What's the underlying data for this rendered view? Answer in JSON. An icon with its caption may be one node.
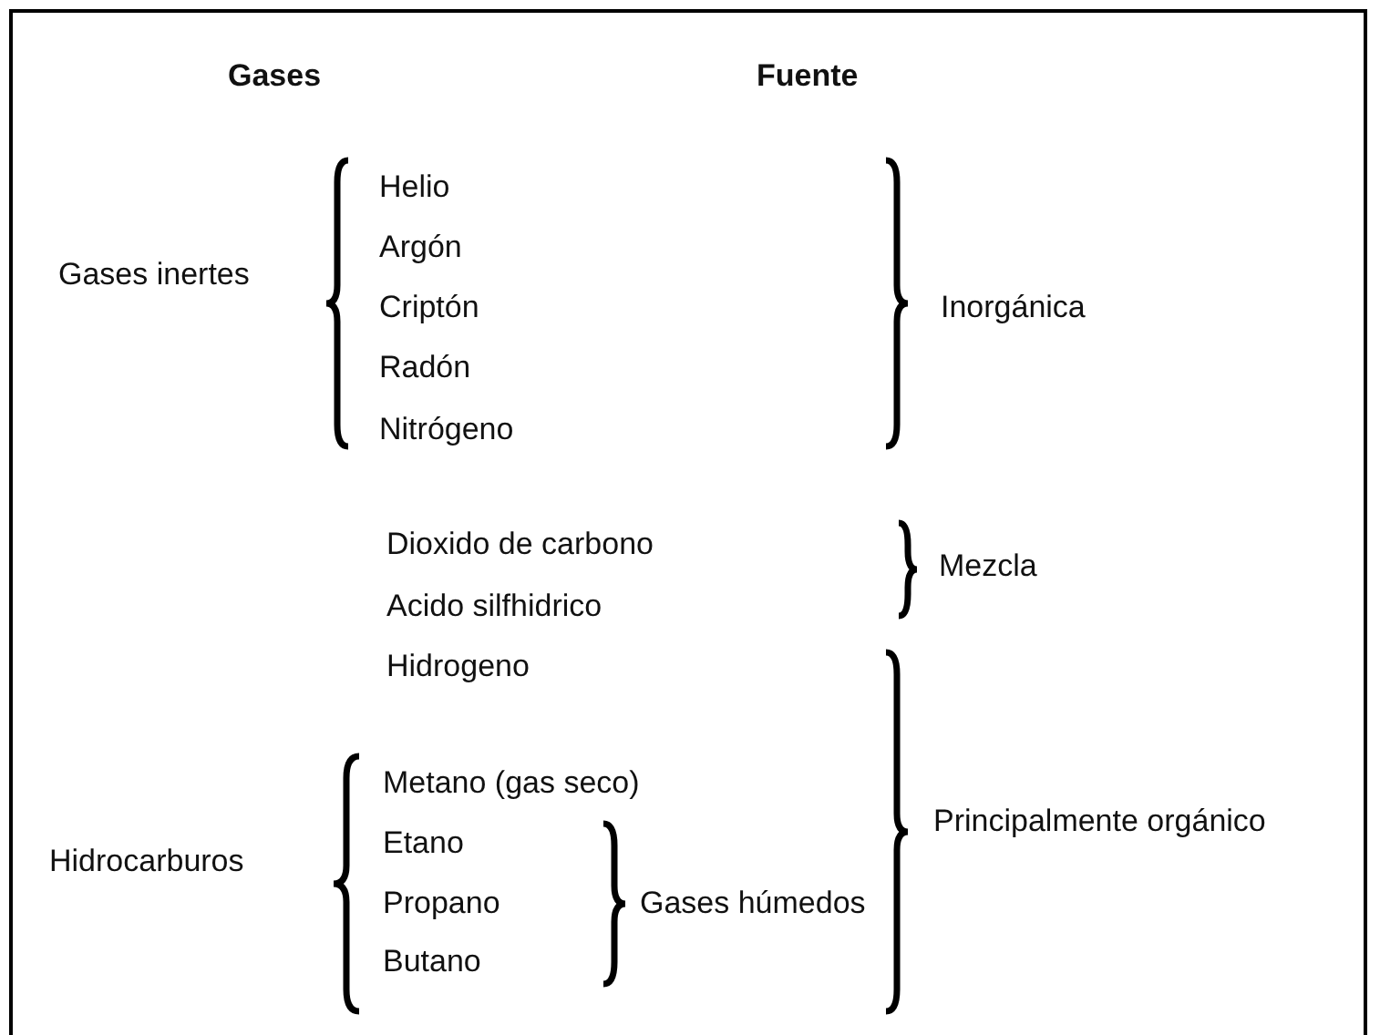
{
  "diagram": {
    "labels": [
      "Gases",
      "Fuente",
      "Helio",
      "Argón",
      "Gases inertes",
      "Criptón",
      "Inorgánica",
      "Radón",
      "Nitrógeno",
      "Dioxido de carbono",
      "Mezcla",
      "Acido silfhidrico",
      "Hidrogeno",
      "Metano (gas seco)",
      "Principalmente orgánico",
      "Etano",
      "Hidrocarburos",
      "Propano",
      "Gases húmedos",
      "Butano"
    ]
  }
}
